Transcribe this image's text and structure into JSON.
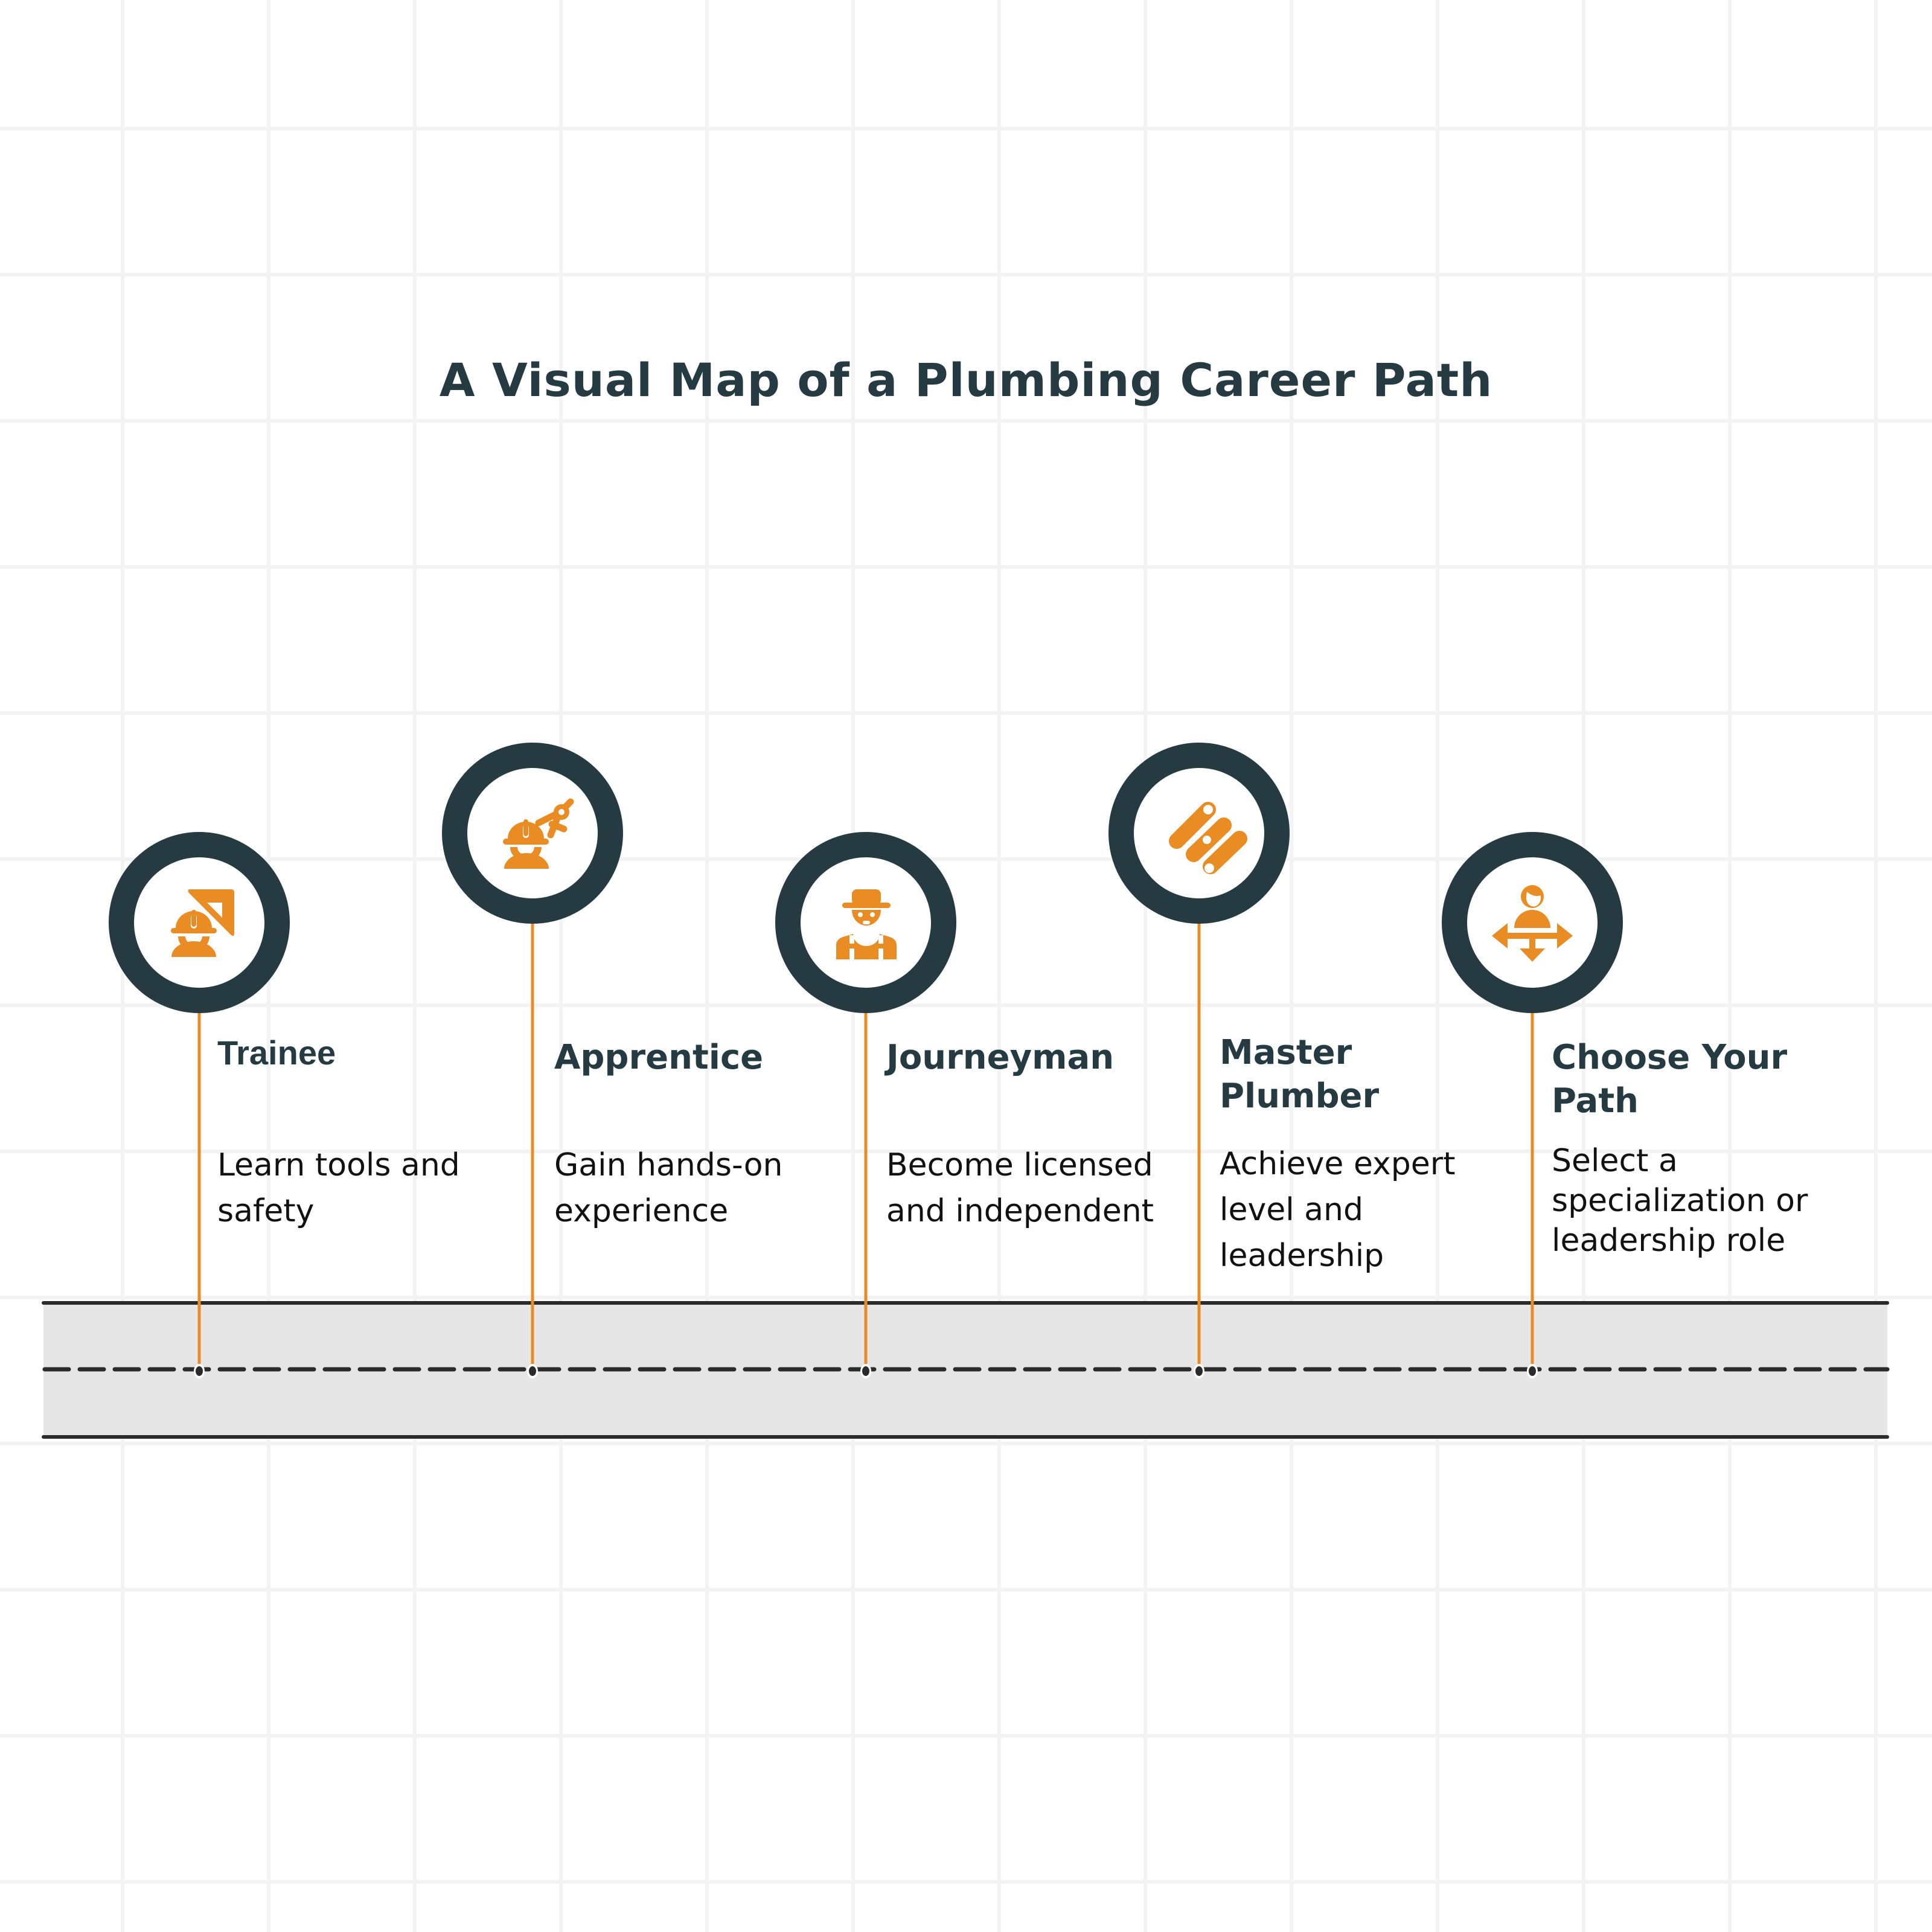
{
  "title": "A Visual Map of a Plumbing Career Path",
  "colors": {
    "accent": "#e98c24",
    "dark": "#263a42",
    "road": "#e6e6e6",
    "road_line": "#2b2b2b",
    "grid": "#f3f3f3"
  },
  "stages": [
    {
      "title": "Trainee",
      "description_lines": [
        "Learn tools and",
        "safety"
      ],
      "icon": "worker-with-set-square-icon"
    },
    {
      "title": "Apprentice",
      "description_lines": [
        "Gain hands-on",
        "experience"
      ],
      "icon": "worker-with-compass-icon"
    },
    {
      "title": "Journeyman",
      "description_lines": [
        "Become licensed",
        "and independent"
      ],
      "icon": "worker-with-hat-icon"
    },
    {
      "title_lines": [
        "Master",
        "Plumber"
      ],
      "title": "Master Plumber",
      "description_lines": [
        "Achieve expert",
        "level and",
        "leadership"
      ],
      "icon": "pipes-icon"
    },
    {
      "title_lines": [
        "Choose Your",
        "Path"
      ],
      "title": "Choose Your Path",
      "description_lines": [
        "Select a",
        "specialization or",
        "leadership role"
      ],
      "icon": "person-directions-icon"
    }
  ]
}
